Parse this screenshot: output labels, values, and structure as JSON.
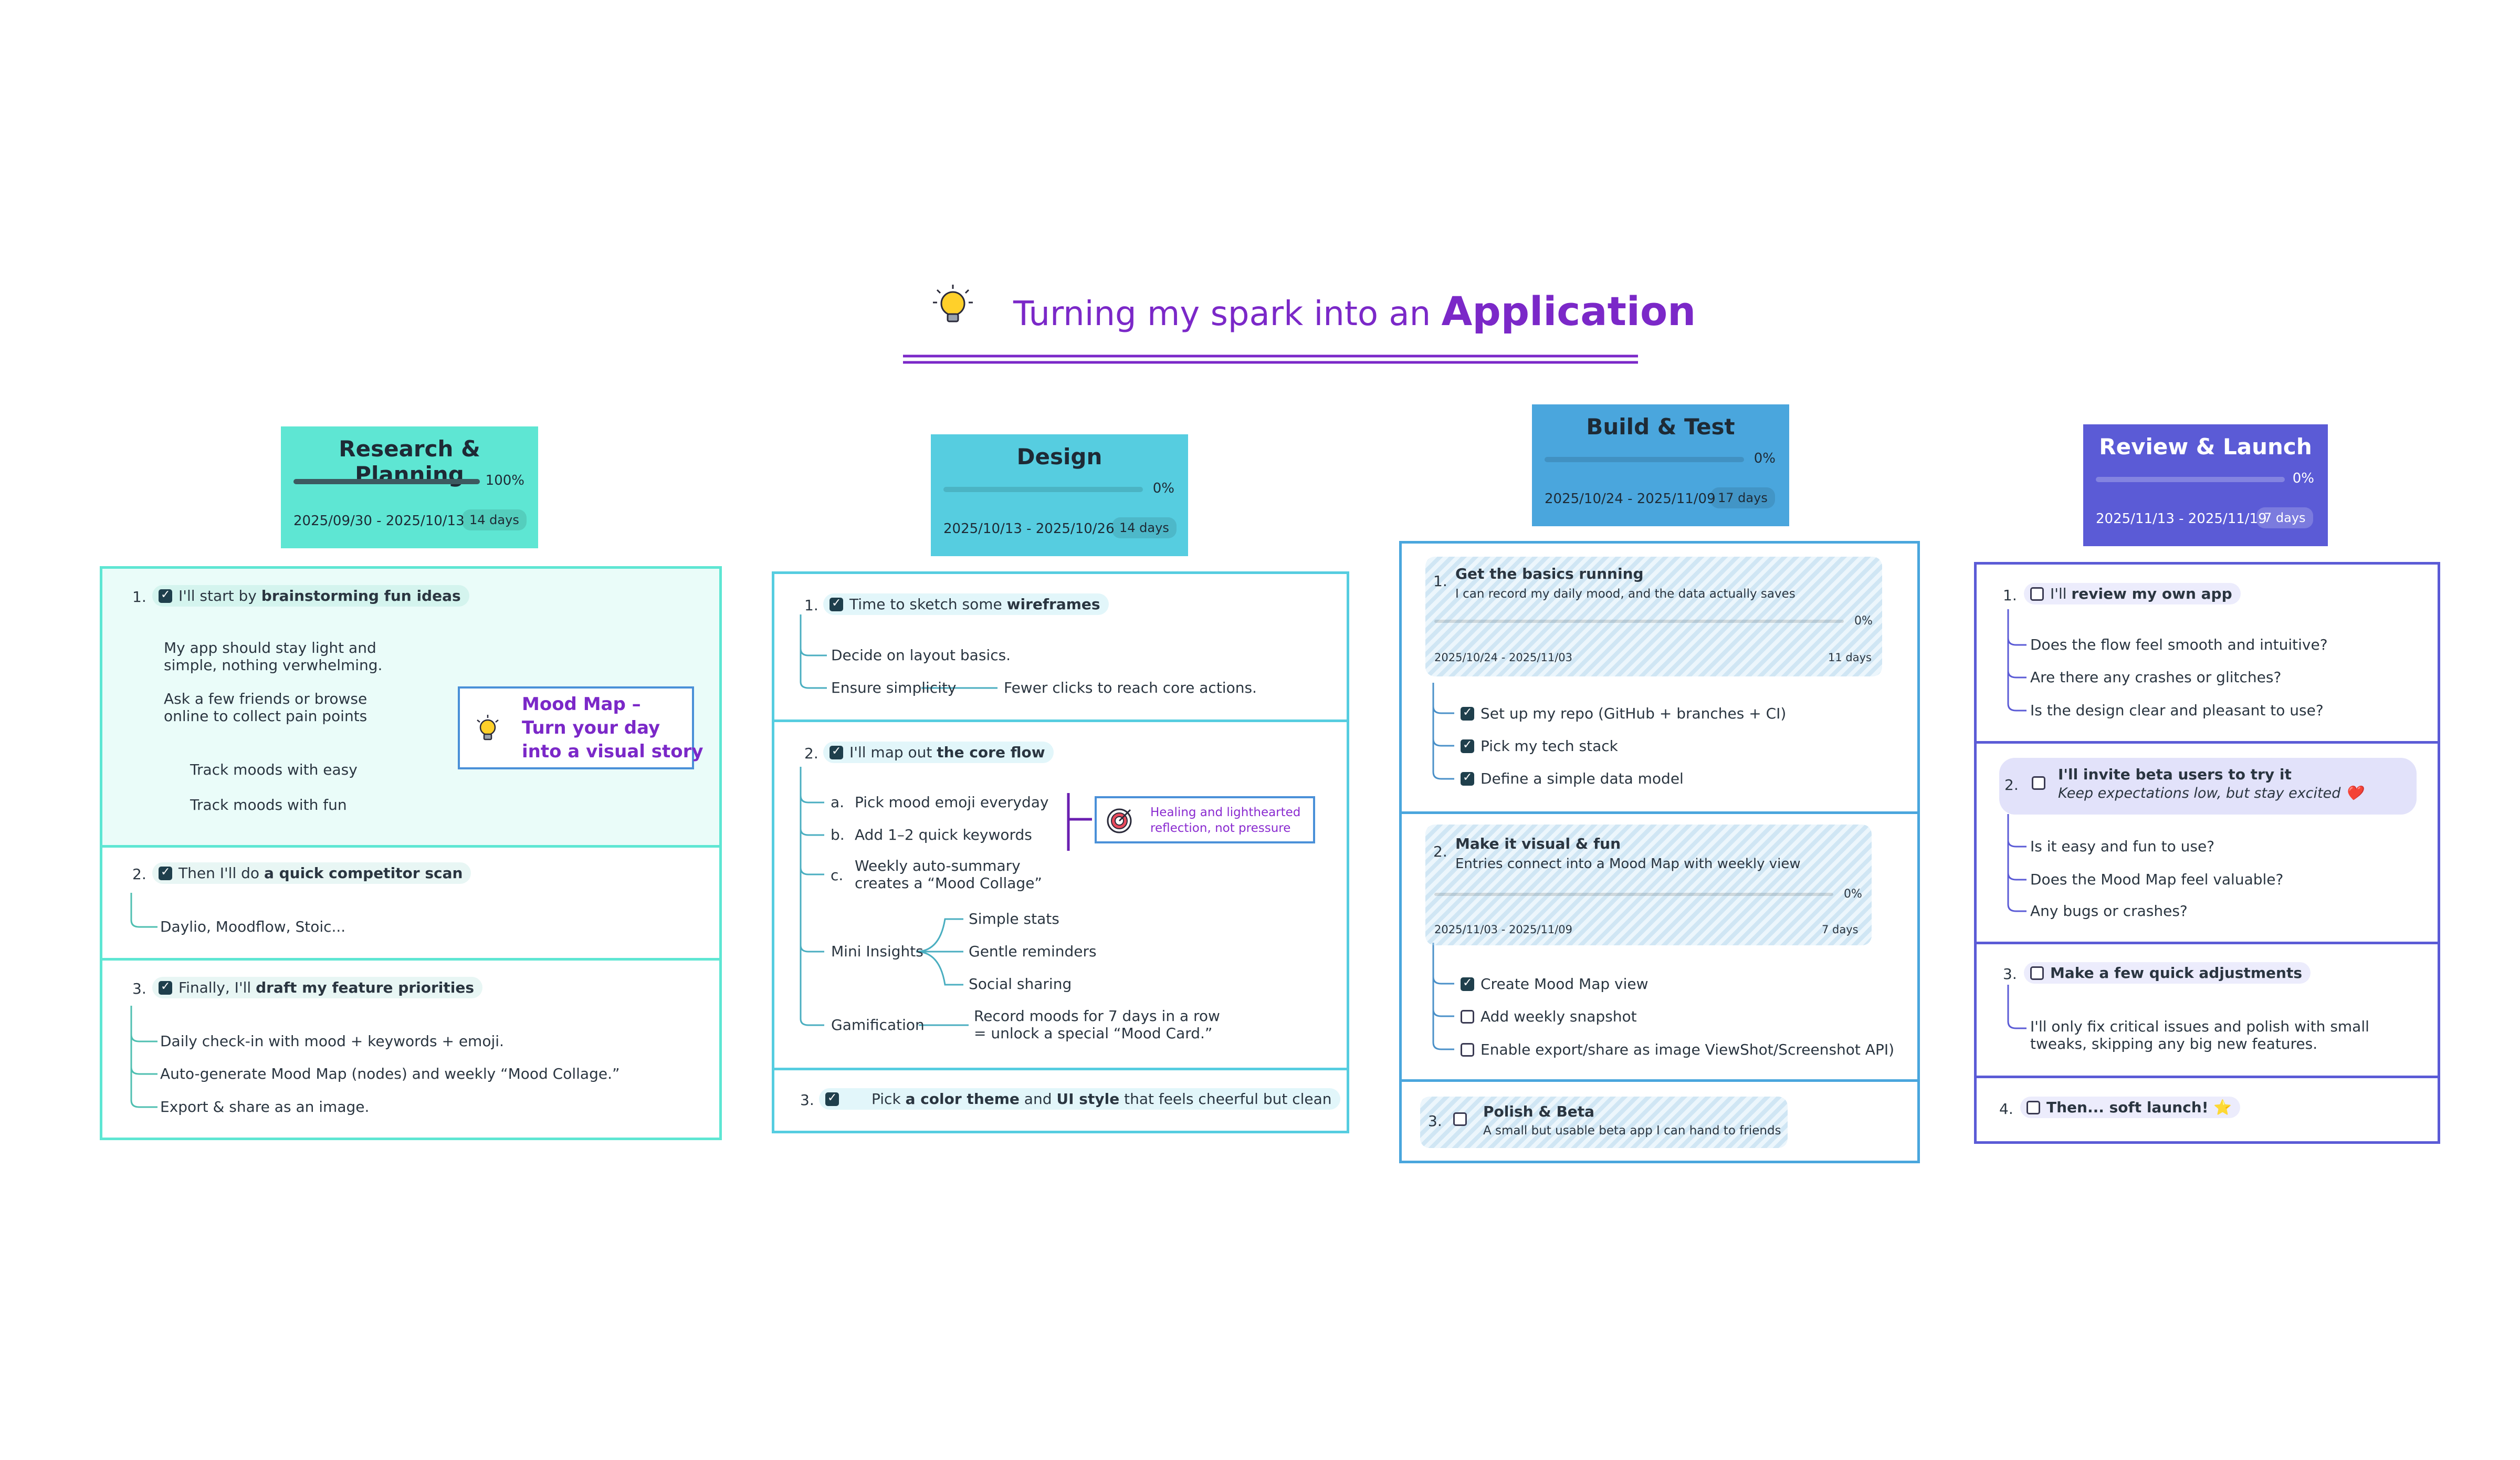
{
  "title": {
    "prefix": "Turning my spark into an",
    "emph": "Application",
    "icon": "lightbulb-icon"
  },
  "colors": {
    "accent": "#7b28c8",
    "research": "#5ee6d3",
    "design": "#56cde0",
    "build": "#4aa6dd",
    "review": "#5b5bd6"
  },
  "phases": [
    {
      "name": "Research & Planning",
      "progress": "100%",
      "progress_value": 1.0,
      "dates": "2025/09/30 - 2025/10/13",
      "days": "14 days"
    },
    {
      "name": "Design",
      "progress": "0%",
      "progress_value": 0,
      "dates": "2025/10/13 - 2025/10/26",
      "days": "14 days"
    },
    {
      "name": "Build & Test",
      "progress": "0%",
      "progress_value": 0,
      "dates": "2025/10/24 - 2025/11/09",
      "days": "17 days"
    },
    {
      "name": "Review & Launch",
      "progress": "0%",
      "progress_value": 0,
      "dates": "2025/11/13 - 2025/11/19",
      "days": "7 days"
    }
  ],
  "research": {
    "t1": {
      "num": "1.",
      "pre": "I'll start by ",
      "bold": "brainstorming fun ideas",
      "post": "",
      "checked": true
    },
    "t1_items": [
      "My app should stay light and",
      "simple, nothing verwhelming.",
      "Ask a few friends or browse",
      "online to collect pain points",
      "Track moods with easy",
      "Track moods with fun"
    ],
    "callout": [
      "Mood Map –",
      "Turn your day",
      "into a visual story"
    ],
    "t2": {
      "num": "2.",
      "pre": "Then I'll do ",
      "bold": "a quick competitor scan",
      "post": "",
      "checked": true
    },
    "t2_items": [
      "Daylio, Moodflow, Stoic..."
    ],
    "t3": {
      "num": "3.",
      "pre": "Finally, I'll ",
      "bold": "draft my feature priorities",
      "post": "",
      "checked": true
    },
    "t3_items": [
      "Daily check-in with mood + keywords + emoji.",
      "Auto-generate Mood Map (nodes) and weekly “Mood Collage.”",
      "Export & share as an image."
    ]
  },
  "design": {
    "t1": {
      "num": "1.",
      "pre": "Time to sketch some ",
      "bold": "wireframes",
      "post": "",
      "checked": true
    },
    "t1_items": [
      "Decide on layout basics.",
      "Ensure simplicity",
      "Fewer clicks to reach core actions."
    ],
    "t2": {
      "num": "2.",
      "pre": "I'll map out ",
      "bold": "the core flow",
      "post": "",
      "checked": true
    },
    "t2_items": [
      "a.",
      "Pick mood emoji everyday",
      "b.",
      "Add 1–2 quick keywords",
      "c.",
      "Weekly auto-summary",
      "creates a “Mood Collage”",
      "Mini Insights",
      "Simple stats",
      "Gentle reminders",
      "Social sharing",
      "Gamification",
      "Record moods for 7 days in a row",
      "= unlock a special “Mood Card.”"
    ],
    "callout": [
      "Healing and lighthearted",
      "reflection, not pressure"
    ],
    "t3": {
      "num": "3.",
      "pre": "Pick ",
      "bold": "a color theme",
      "mid": " and ",
      "bold2": "UI style",
      "post": " that feels cheerful but clean",
      "checked": true
    }
  },
  "build": {
    "m1": {
      "num": "1.",
      "title": "Get the basics running",
      "desc": "I can record my daily mood, and the data actually saves",
      "pct": "0%",
      "dates": "2025/10/24 - 2025/11/03",
      "days": "11 days"
    },
    "m1_items": [
      {
        "label": "Set up my repo (GitHub + branches + CI)",
        "checked": true
      },
      {
        "label": "Pick my tech stack",
        "checked": true
      },
      {
        "label": "Define a simple data model",
        "checked": true
      }
    ],
    "m2": {
      "num": "2.",
      "title": "Make it visual & fun",
      "desc": "Entries connect into a Mood Map with weekly view",
      "pct": "0%",
      "dates": "2025/11/03 - 2025/11/09",
      "days": "7 days"
    },
    "m2_items": [
      {
        "label": "Create Mood Map view",
        "checked": true
      },
      {
        "label": "Add weekly snapshot",
        "checked": false
      },
      {
        "label": "Enable export/share as image ViewShot/Screenshot API)",
        "checked": false
      }
    ],
    "m3": {
      "num": "3.",
      "title": "Polish & Beta",
      "desc": "A small but usable beta app I can hand to friends",
      "checked": false
    }
  },
  "review": {
    "t1": {
      "num": "1.",
      "pre": "I'll ",
      "bold": "review my own app",
      "checked": false
    },
    "t1_items": [
      "Does the flow feel smooth and intuitive?",
      "Are there any crashes or glitches?",
      "Is the design clear and pleasant to use?"
    ],
    "t2": {
      "num": "2.",
      "bold": "I'll invite beta users to try it",
      "desc": "Keep expectations low, but stay excited ❤️",
      "checked": false
    },
    "t2_items": [
      "Is it easy and fun to use?",
      "Does the Mood Map feel valuable?",
      "Any bugs or crashes?"
    ],
    "t3": {
      "num": "3.",
      "bold": "Make a few quick adjustments",
      "checked": false
    },
    "t3_items": [
      "I'll only fix critical issues and polish with small",
      "tweaks, skipping any big new features."
    ],
    "t4": {
      "num": "4.",
      "bold": "Then... soft launch! ⭐",
      "checked": false
    }
  }
}
